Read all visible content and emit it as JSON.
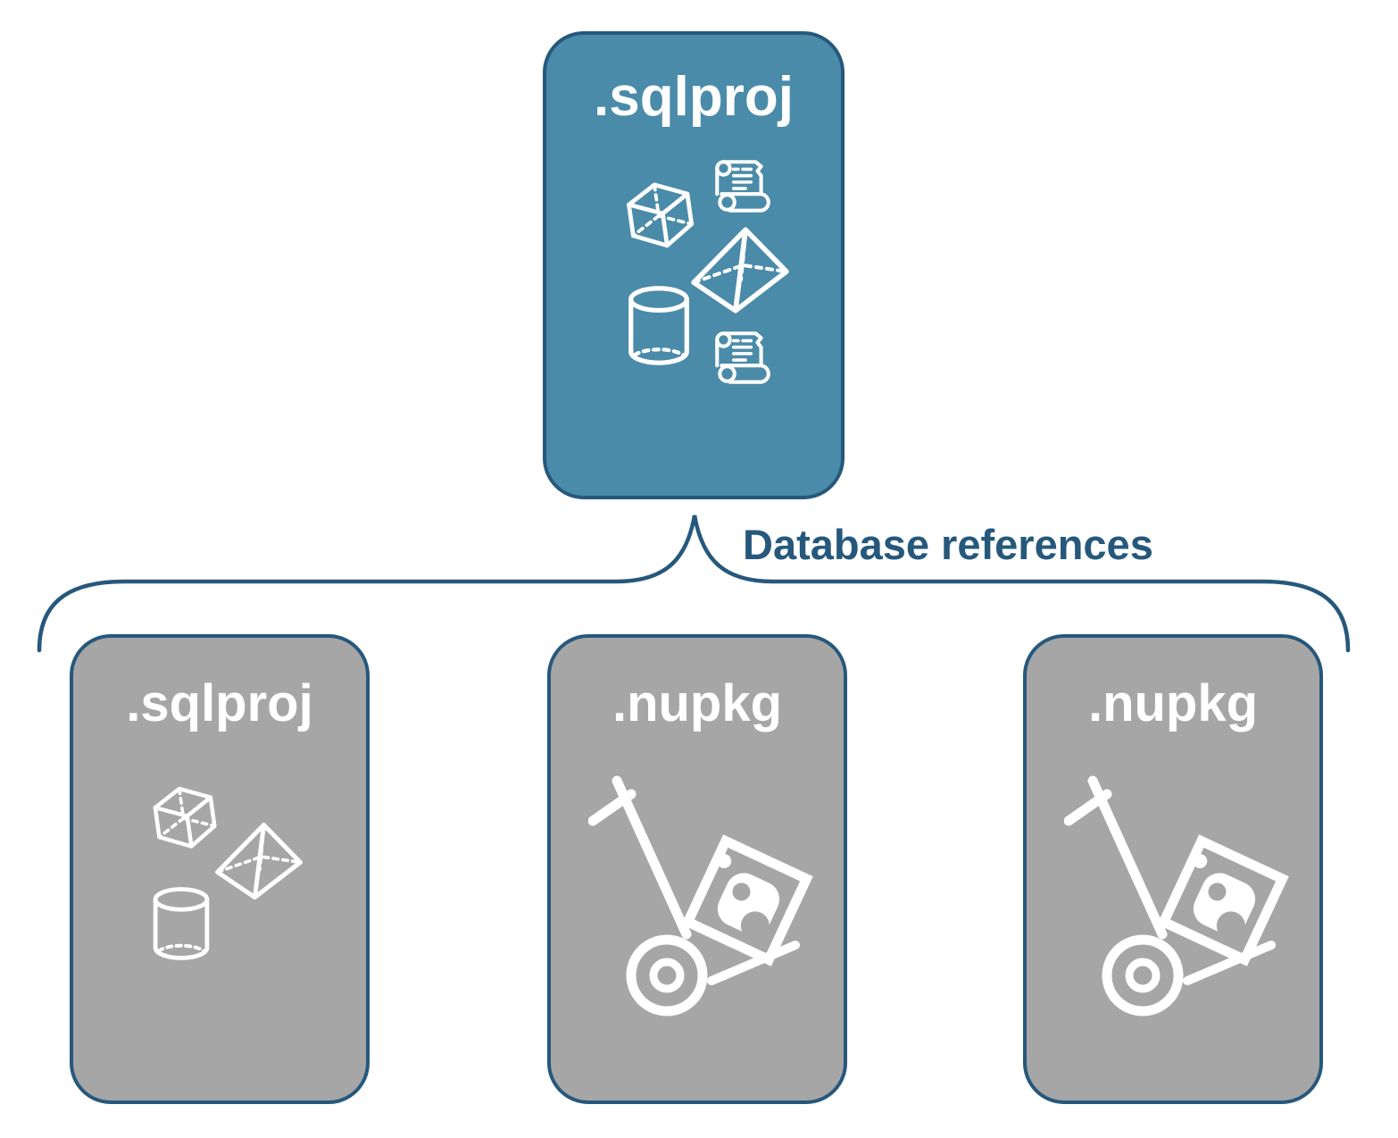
{
  "diagram": {
    "root": {
      "label": ".sqlproj",
      "icons": [
        "script-scroll-icon",
        "cube-icon",
        "pyramid-icon",
        "cylinder-icon",
        "script-scroll-icon"
      ]
    },
    "connector": {
      "label": "Database references"
    },
    "children": [
      {
        "label": ".sqlproj",
        "icons": [
          "cube-icon",
          "pyramid-icon",
          "cylinder-icon"
        ]
      },
      {
        "label": ".nupkg",
        "icons": [
          "nuget-trolley-icon"
        ]
      },
      {
        "label": ".nupkg",
        "icons": [
          "nuget-trolley-icon"
        ]
      }
    ],
    "colors": {
      "background": "#ffffff",
      "root_fill": "#4a8ba9",
      "child_fill": "#a6a6a6",
      "outline": "#26587c",
      "connector_text": "#26587c",
      "icon_and_label": "#ffffff"
    }
  }
}
